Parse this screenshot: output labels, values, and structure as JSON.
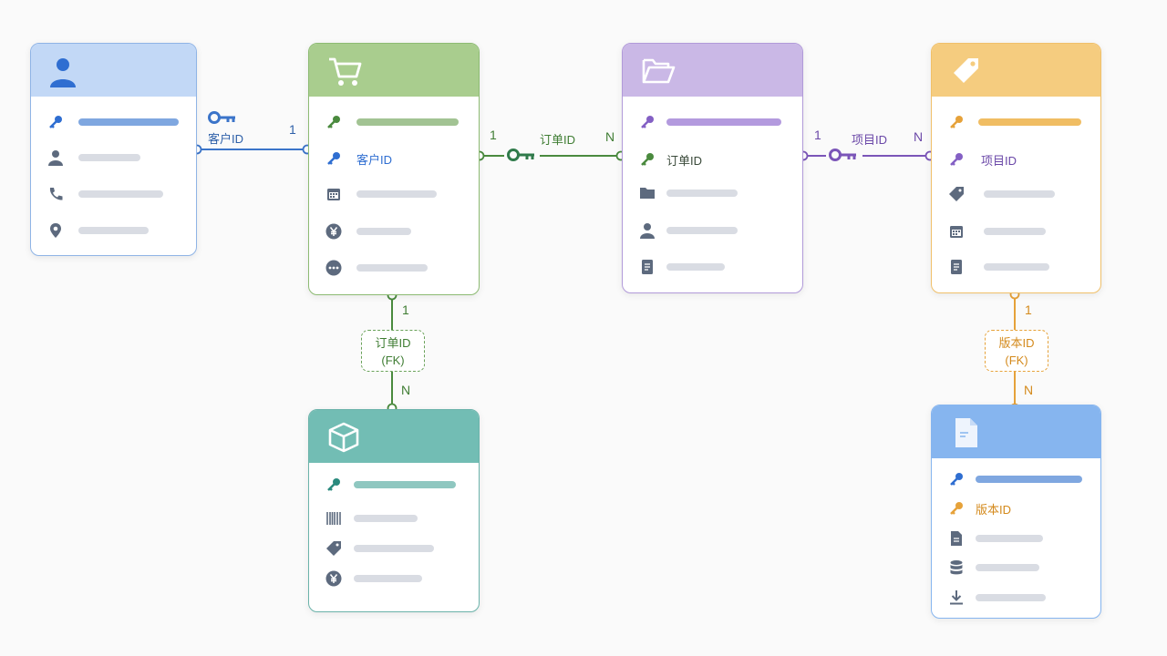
{
  "colors": {
    "blue": "#3b74c9",
    "blue_head": "#c2d8f6",
    "blue_bar": "#7fa7e0",
    "green": "#5f9a4a",
    "green_head": "#a9cd8e",
    "green_bar": "#a2c393",
    "purple": "#8460c4",
    "purple_head": "#cab8e6",
    "purple_bar": "#b39ade",
    "orange": "#e6a23a",
    "orange_head": "#f5cc7f",
    "orange_bar": "#f0bd63",
    "teal": "#3e9e96",
    "teal_head": "#72bdb4",
    "teal_bar": "#8fc7c0",
    "doc_head": "#86b5ef",
    "gray_icon": "#5d6a7e",
    "gray_bar": "#d9dce3"
  },
  "entities": {
    "customer": {
      "icon": "person-icon"
    },
    "order": {
      "icon": "cart-icon",
      "fk_label": "客户ID"
    },
    "order_item": {
      "icon": "folder-open-icon",
      "fk_label": "订单ID"
    },
    "project": {
      "icon": "tag-icon",
      "fk_label": "项目ID"
    },
    "product": {
      "icon": "box-icon"
    },
    "document": {
      "icon": "document-icon",
      "fk_label": "版本ID"
    }
  },
  "relations": {
    "customer_order": {
      "label": "客户ID",
      "from_card": "1"
    },
    "order_item": {
      "label": "订单ID",
      "from_card": "1",
      "to_card": "N"
    },
    "item_project": {
      "label": "项目ID",
      "from_card": "1",
      "to_card": "N"
    },
    "order_product": {
      "fk_line1": "订单ID",
      "fk_line2": "(FK)",
      "from_card": "1",
      "to_card": "N"
    },
    "project_document": {
      "fk_line1": "版本ID",
      "fk_line2": "(FK)",
      "from_card": "1",
      "to_card": "N"
    }
  }
}
